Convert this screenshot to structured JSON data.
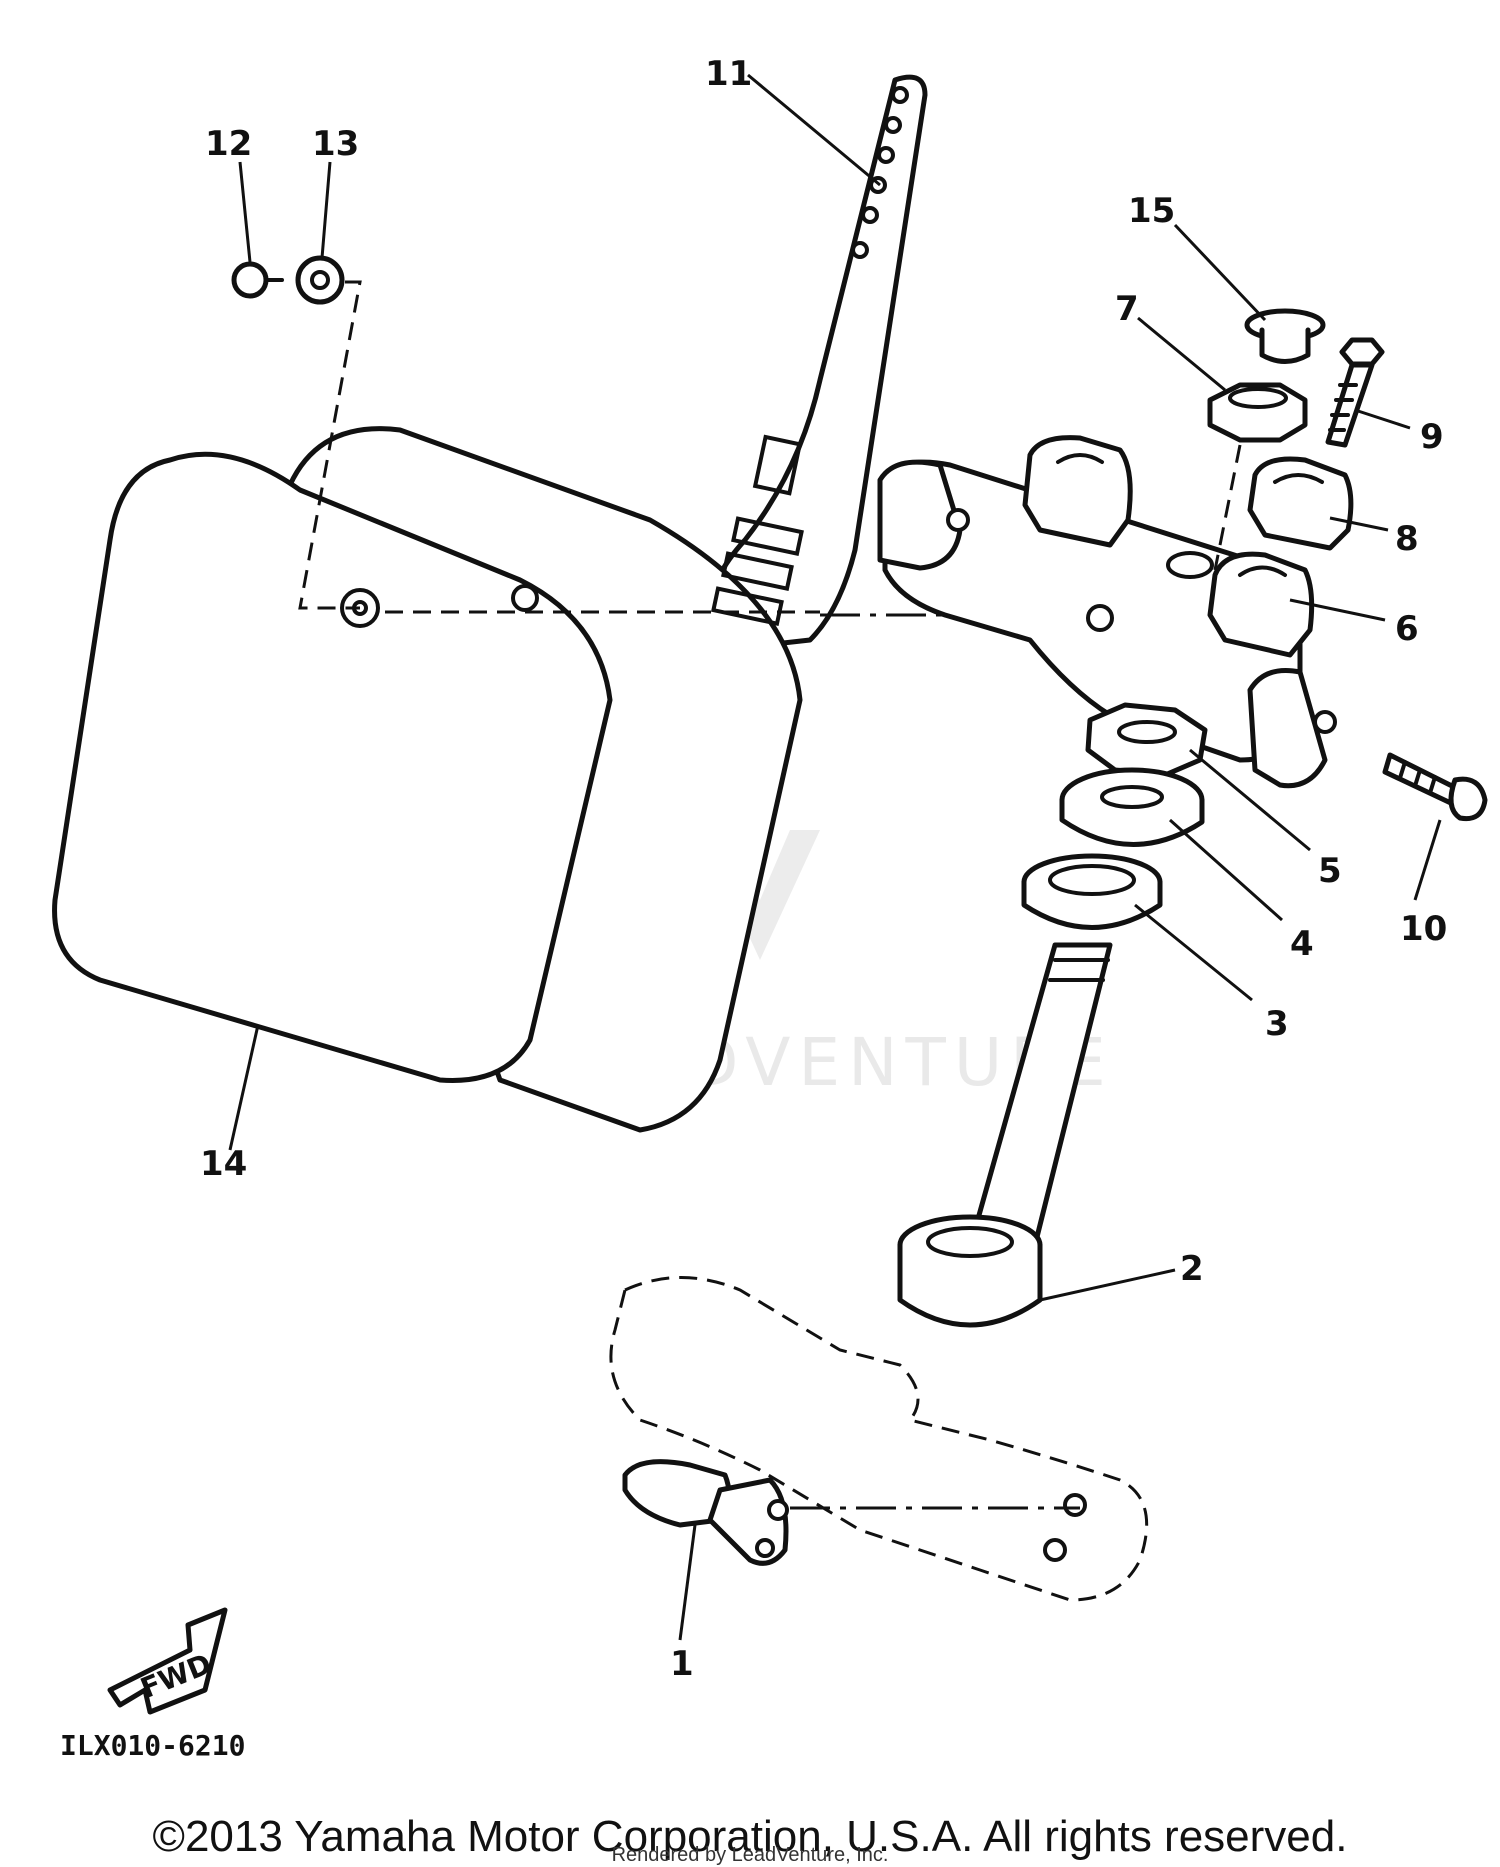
{
  "watermark": {
    "brand": "LEADVENTURE"
  },
  "diagram": {
    "code": "ILX010-6210",
    "fwd_label": "FWD",
    "callouts": [
      {
        "id": "1",
        "label": "1"
      },
      {
        "id": "2",
        "label": "2"
      },
      {
        "id": "3",
        "label": "3"
      },
      {
        "id": "4",
        "label": "4"
      },
      {
        "id": "5",
        "label": "5"
      },
      {
        "id": "6",
        "label": "6"
      },
      {
        "id": "7",
        "label": "7"
      },
      {
        "id": "8",
        "label": "8"
      },
      {
        "id": "9",
        "label": "9"
      },
      {
        "id": "10",
        "label": "10"
      },
      {
        "id": "11",
        "label": "11"
      },
      {
        "id": "12",
        "label": "12"
      },
      {
        "id": "13",
        "label": "13"
      },
      {
        "id": "14",
        "label": "14"
      },
      {
        "id": "15",
        "label": "15"
      }
    ]
  },
  "footer": {
    "copyright": "©2013 Yamaha Motor Corporation, U.S.A. All rights reserved.",
    "rendered_by": "Rendered by LeadVenture, Inc."
  }
}
